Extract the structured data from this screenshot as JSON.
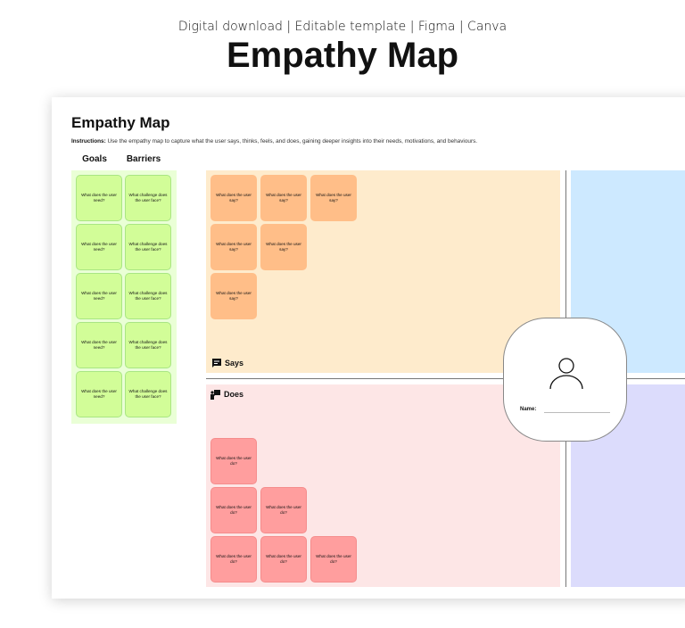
{
  "banner": {
    "subtitle": "Digital download | Editable template | Figma | Canva",
    "title": "Empathy Map"
  },
  "map": {
    "title": "Empathy Map",
    "instructions_label": "Instructions:",
    "instructions": " Use the empathy map to capture what the user says, thinks, feels, and does, gaining deeper insights into their needs, motivations, and behaviours.",
    "goals_header": "Goals",
    "barriers_header": "Barriers",
    "goal_note": "What does the user need?",
    "barrier_note": "What challenge does the user face?",
    "says_label": "Says",
    "says_note": "What does the user say?",
    "does_label": "Does",
    "does_note": "What does the user do?",
    "name_label": "Name:",
    "colors": {
      "goals": "#eaffd6",
      "says": "#feebcc",
      "does": "#fde6e6",
      "thinks": "#cde9ff",
      "feels": "#dcdcfc"
    }
  }
}
